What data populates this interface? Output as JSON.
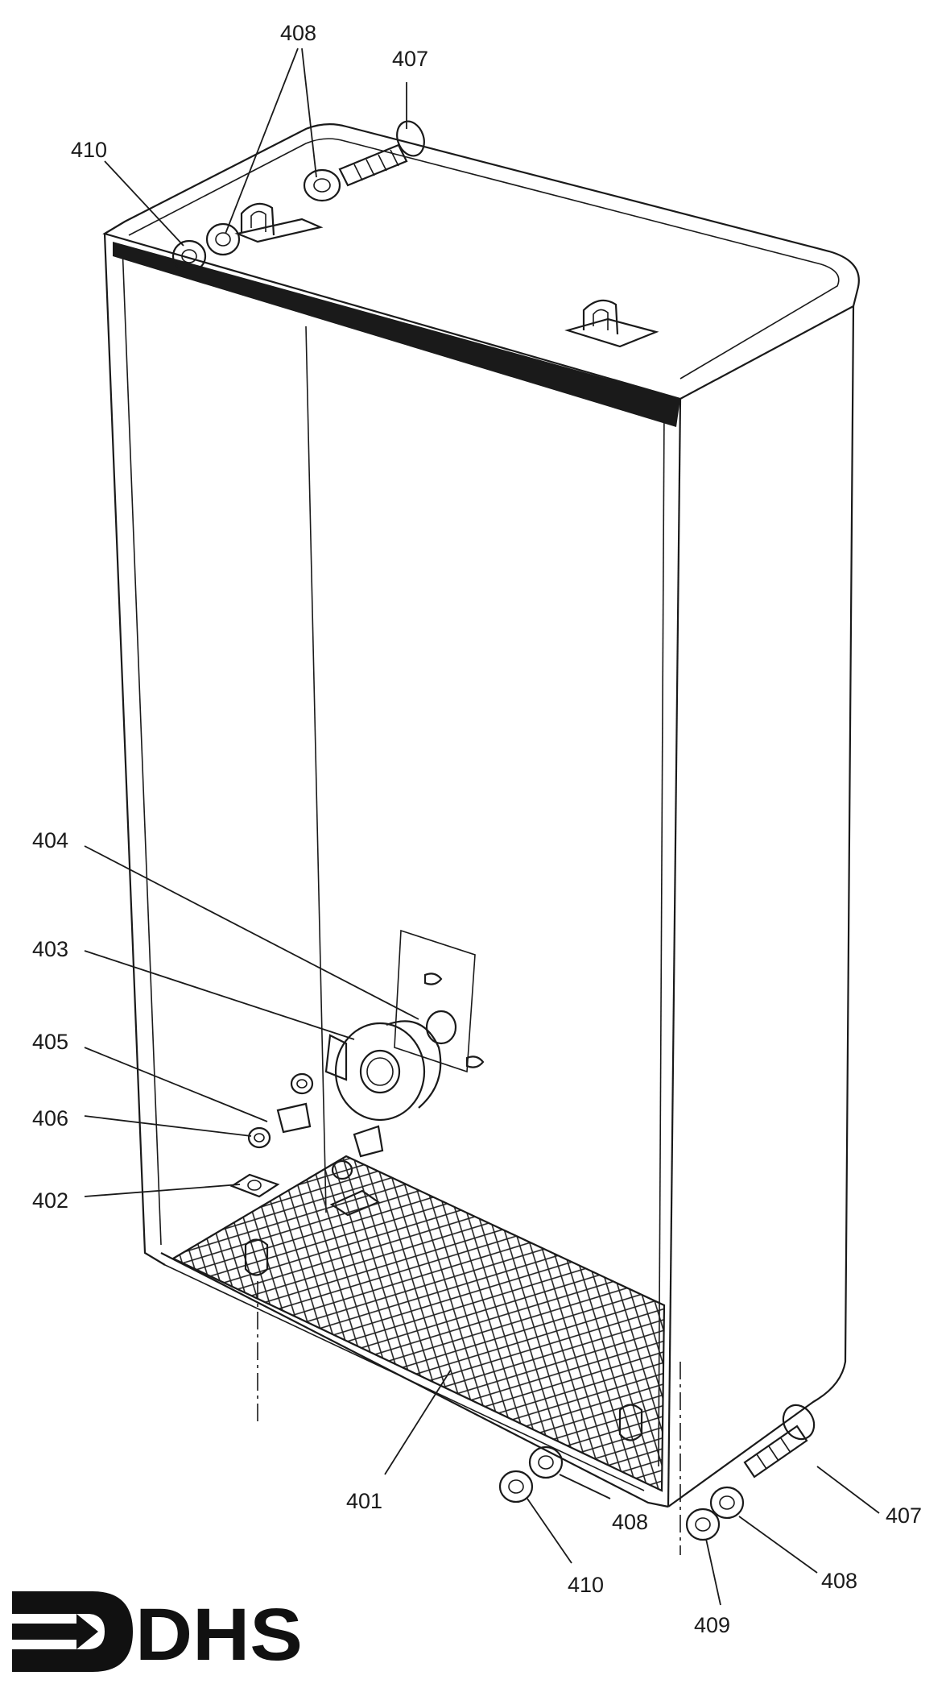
{
  "figure": {
    "parts": {
      "p401": "401",
      "p402": "402",
      "p403": "403",
      "p404": "404",
      "p405": "405",
      "p406": "406",
      "p407_top": "407",
      "p407_bottom": "407",
      "p408_top": "408",
      "p408_bottom_left": "408",
      "p408_bottom_right": "408",
      "p409": "409",
      "p410_top": "410",
      "p410_bottom": "410"
    },
    "logo": {
      "text": "DHS",
      "icon": "arrow-right-icon"
    }
  }
}
